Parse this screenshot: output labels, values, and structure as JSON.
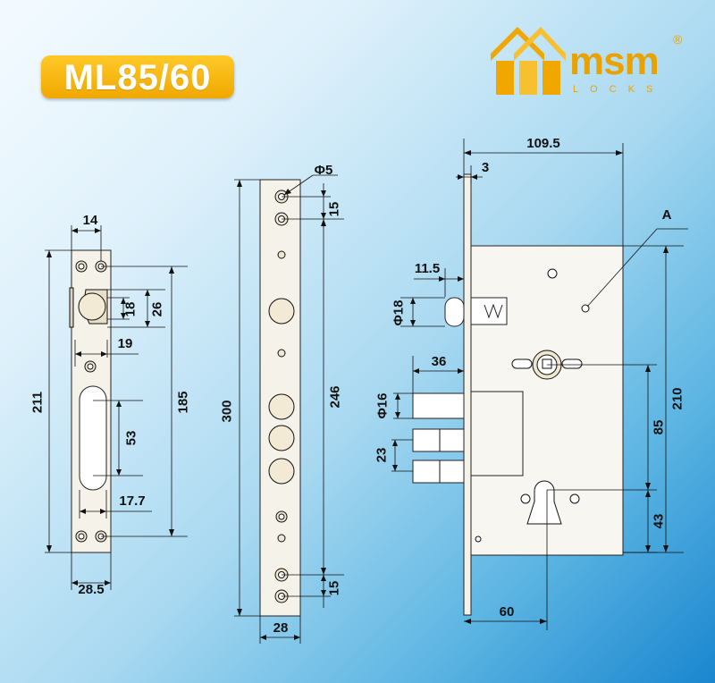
{
  "title": "ML85/60",
  "brand": {
    "name": "msm",
    "sub": "LOCKS",
    "reg": "®"
  },
  "colors": {
    "accent": "#f0a800",
    "plate": "#f5f2ea",
    "line": "#111111"
  },
  "dimensions": {
    "strike_width_top": "14",
    "strike_hole_dia": "18",
    "strike_latch_h": "26",
    "strike_offset": "19",
    "strike_total": "211",
    "strike_span": "185",
    "strike_slot": "53",
    "strike_slot_w": "17.7",
    "strike_width": "28.5",
    "face_hole": "Φ5",
    "face_pitch_top": "15",
    "face_height": "300",
    "face_span": "246",
    "face_pitch_bottom": "15",
    "face_width": "28",
    "lock_depth": "109.5",
    "lock_face_thick": "3",
    "lock_note": "A",
    "lock_latch_proj": "11.5",
    "lock_latch_dia": "Φ18",
    "lock_bolt_proj": "36",
    "lock_bolt_dia": "Φ16",
    "lock_bolt_pitch": "23",
    "lock_body_h": "210",
    "lock_centers": "85",
    "lock_cyl_low": "43",
    "lock_backset": "60"
  }
}
